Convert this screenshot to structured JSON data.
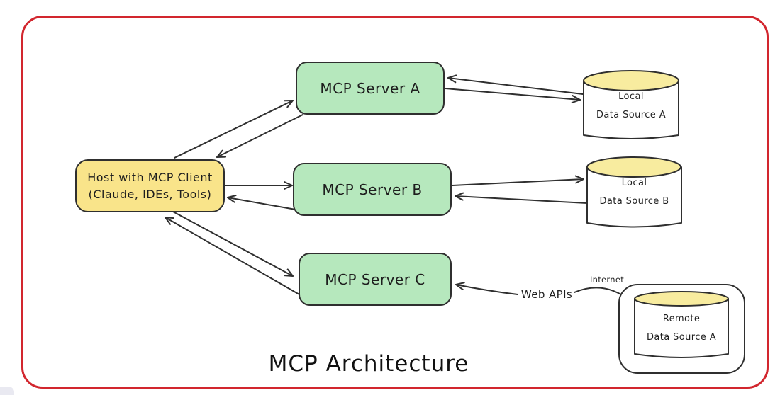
{
  "title": "MCP Architecture",
  "host": {
    "line1": "Host with MCP Client",
    "line2": "(Claude, IDEs, Tools)"
  },
  "servers": {
    "a": "MCP Server A",
    "b": "MCP Server B",
    "c": "MCP Server C"
  },
  "sources": {
    "a": {
      "line1": "Local",
      "line2": "Data Source A"
    },
    "b": {
      "line1": "Local",
      "line2": "Data Source B"
    },
    "remote": {
      "line1": "Remote",
      "line2": "Data Source A"
    }
  },
  "labels": {
    "web_apis": "Web APIs",
    "internet": "Internet"
  },
  "colors": {
    "frame-red": "#d2262e",
    "ink": "#2f2f2f",
    "server-green": "#b6e8bd",
    "host-yellow": "#f9e48a",
    "cyl-top": "#f8ec9f",
    "paper": "#ffffff"
  }
}
